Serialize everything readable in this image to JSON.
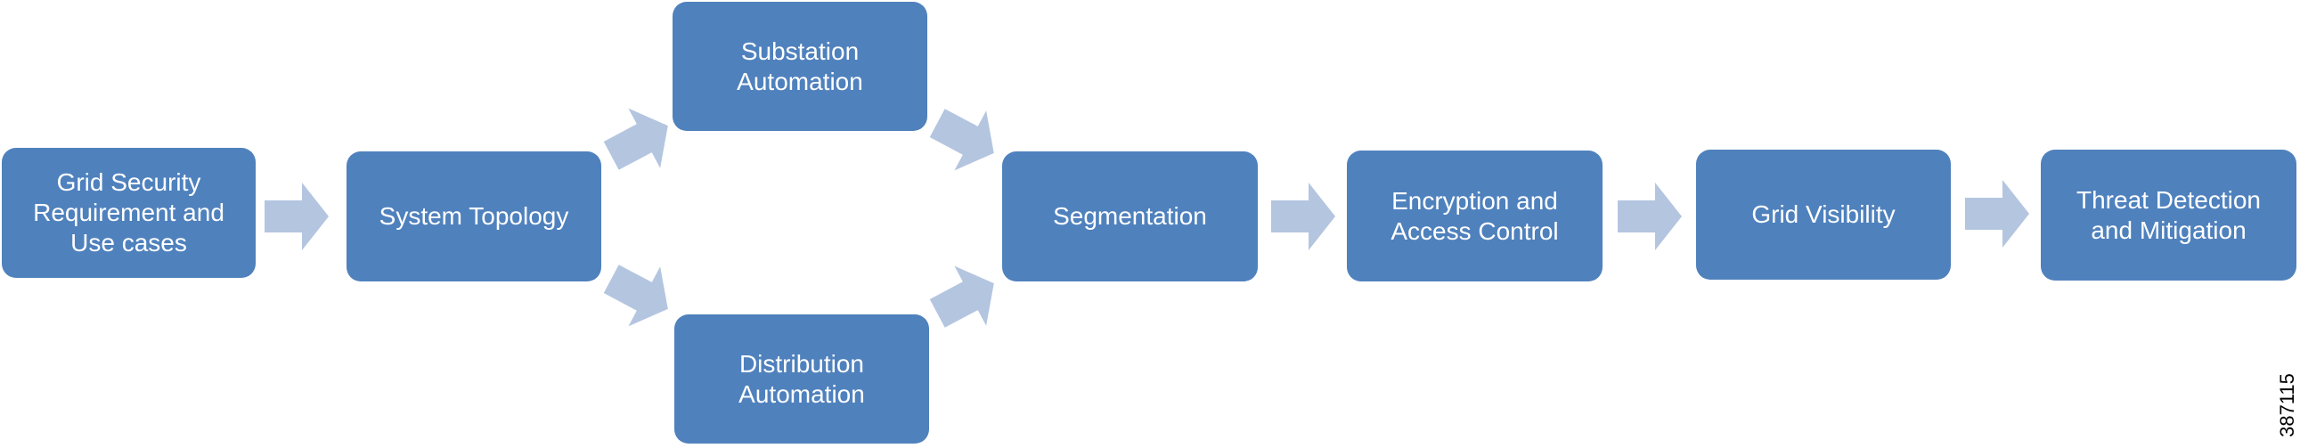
{
  "diagram": {
    "nodes": [
      {
        "id": "grid-security",
        "label": "Grid Security\nRequirement and\nUse cases"
      },
      {
        "id": "system-topology",
        "label": "System Topology"
      },
      {
        "id": "substation-automation",
        "label": "Substation\nAutomation"
      },
      {
        "id": "distribution-automation",
        "label": "Distribution\nAutomation"
      },
      {
        "id": "segmentation",
        "label": "Segmentation"
      },
      {
        "id": "encryption-access",
        "label": "Encryption and\nAccess Control"
      },
      {
        "id": "grid-visibility",
        "label": "Grid Visibility"
      },
      {
        "id": "threat-detection",
        "label": "Threat Detection\nand Mitigation"
      }
    ],
    "edges": [
      {
        "from": "grid-security",
        "to": "system-topology"
      },
      {
        "from": "system-topology",
        "to": "substation-automation"
      },
      {
        "from": "system-topology",
        "to": "distribution-automation"
      },
      {
        "from": "substation-automation",
        "to": "segmentation"
      },
      {
        "from": "distribution-automation",
        "to": "segmentation"
      },
      {
        "from": "segmentation",
        "to": "encryption-access"
      },
      {
        "from": "encryption-access",
        "to": "grid-visibility"
      },
      {
        "from": "grid-visibility",
        "to": "threat-detection"
      }
    ],
    "figure_id": "387115",
    "colors": {
      "box": "#4f81bd",
      "arrow": "#b4c5e0",
      "text": "#ffffff"
    }
  }
}
